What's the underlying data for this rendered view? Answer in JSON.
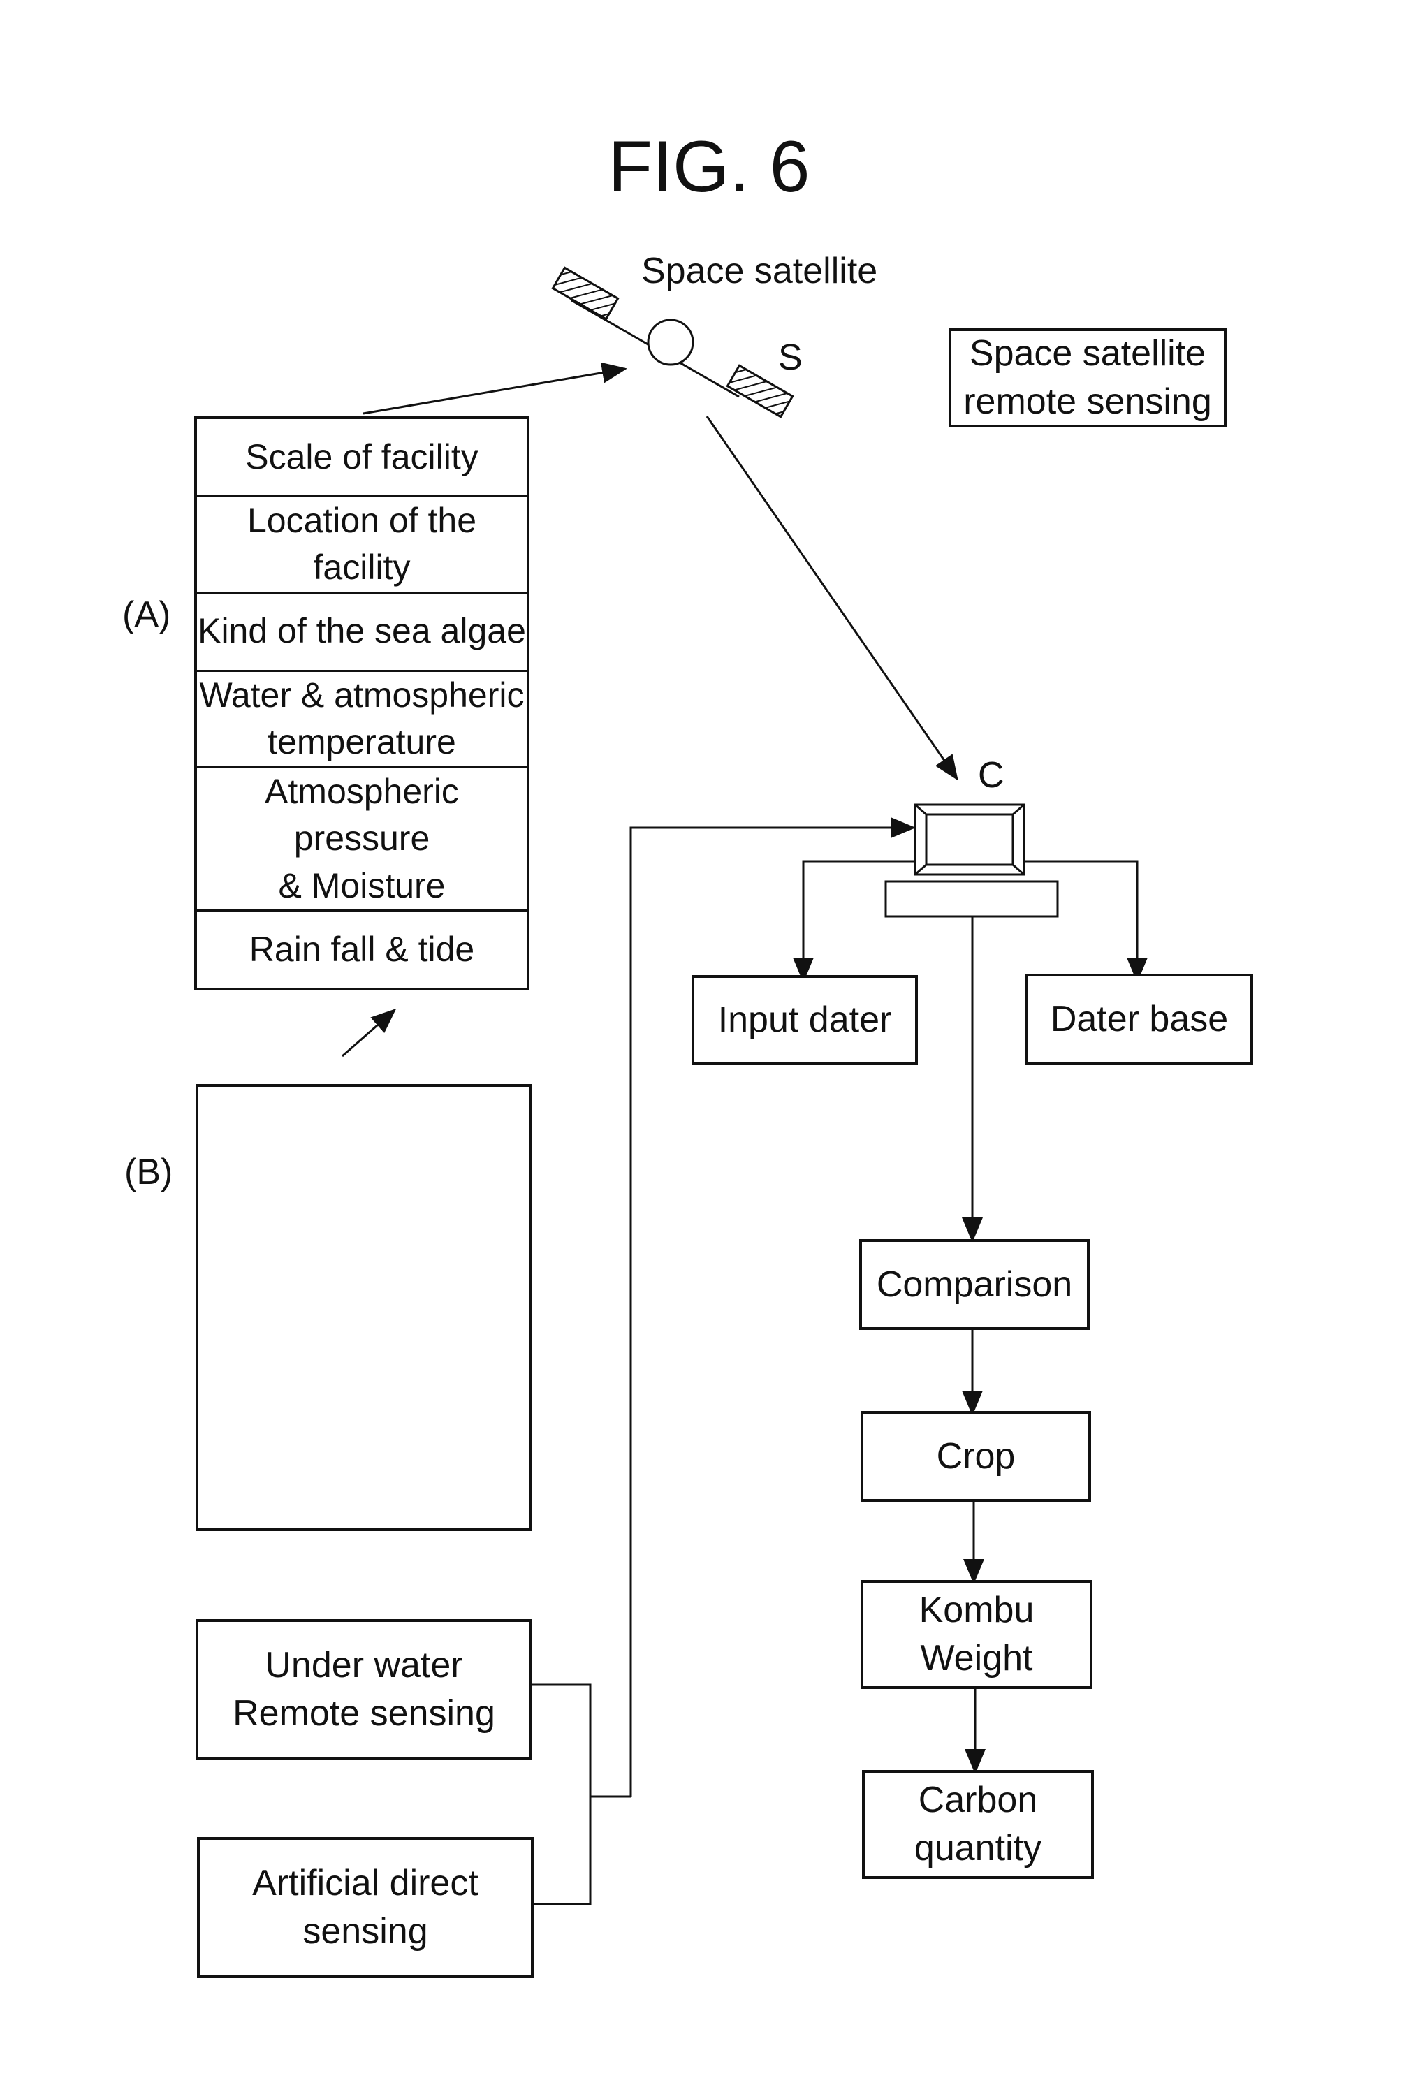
{
  "figure_title": "FIG. 6",
  "satellite": {
    "label": "Space satellite",
    "marker": "S"
  },
  "computer": {
    "marker": "C"
  },
  "legend_box": "Space satellite\nremote sensing",
  "group_a": {
    "label": "(A)",
    "items": [
      "Scale of facility",
      "Location of the\nfacility",
      "Kind of the sea algae",
      "Water & atmospheric\ntemperature",
      "Atmospheric pressure\n& Moisture",
      "Rain fall & tide"
    ]
  },
  "group_b": {
    "label": "(B)"
  },
  "sensing": {
    "underwater": "Under water\nRemote sensing",
    "artificial": "Artificial direct\nsensing"
  },
  "flow": {
    "input_dater": "Input dater",
    "dater_base": "Dater base",
    "comparison": "Comparison",
    "crop": "Crop",
    "kombu_weight": "Kombu\nWeight",
    "carbon_quantity": "Carbon\nquantity"
  }
}
